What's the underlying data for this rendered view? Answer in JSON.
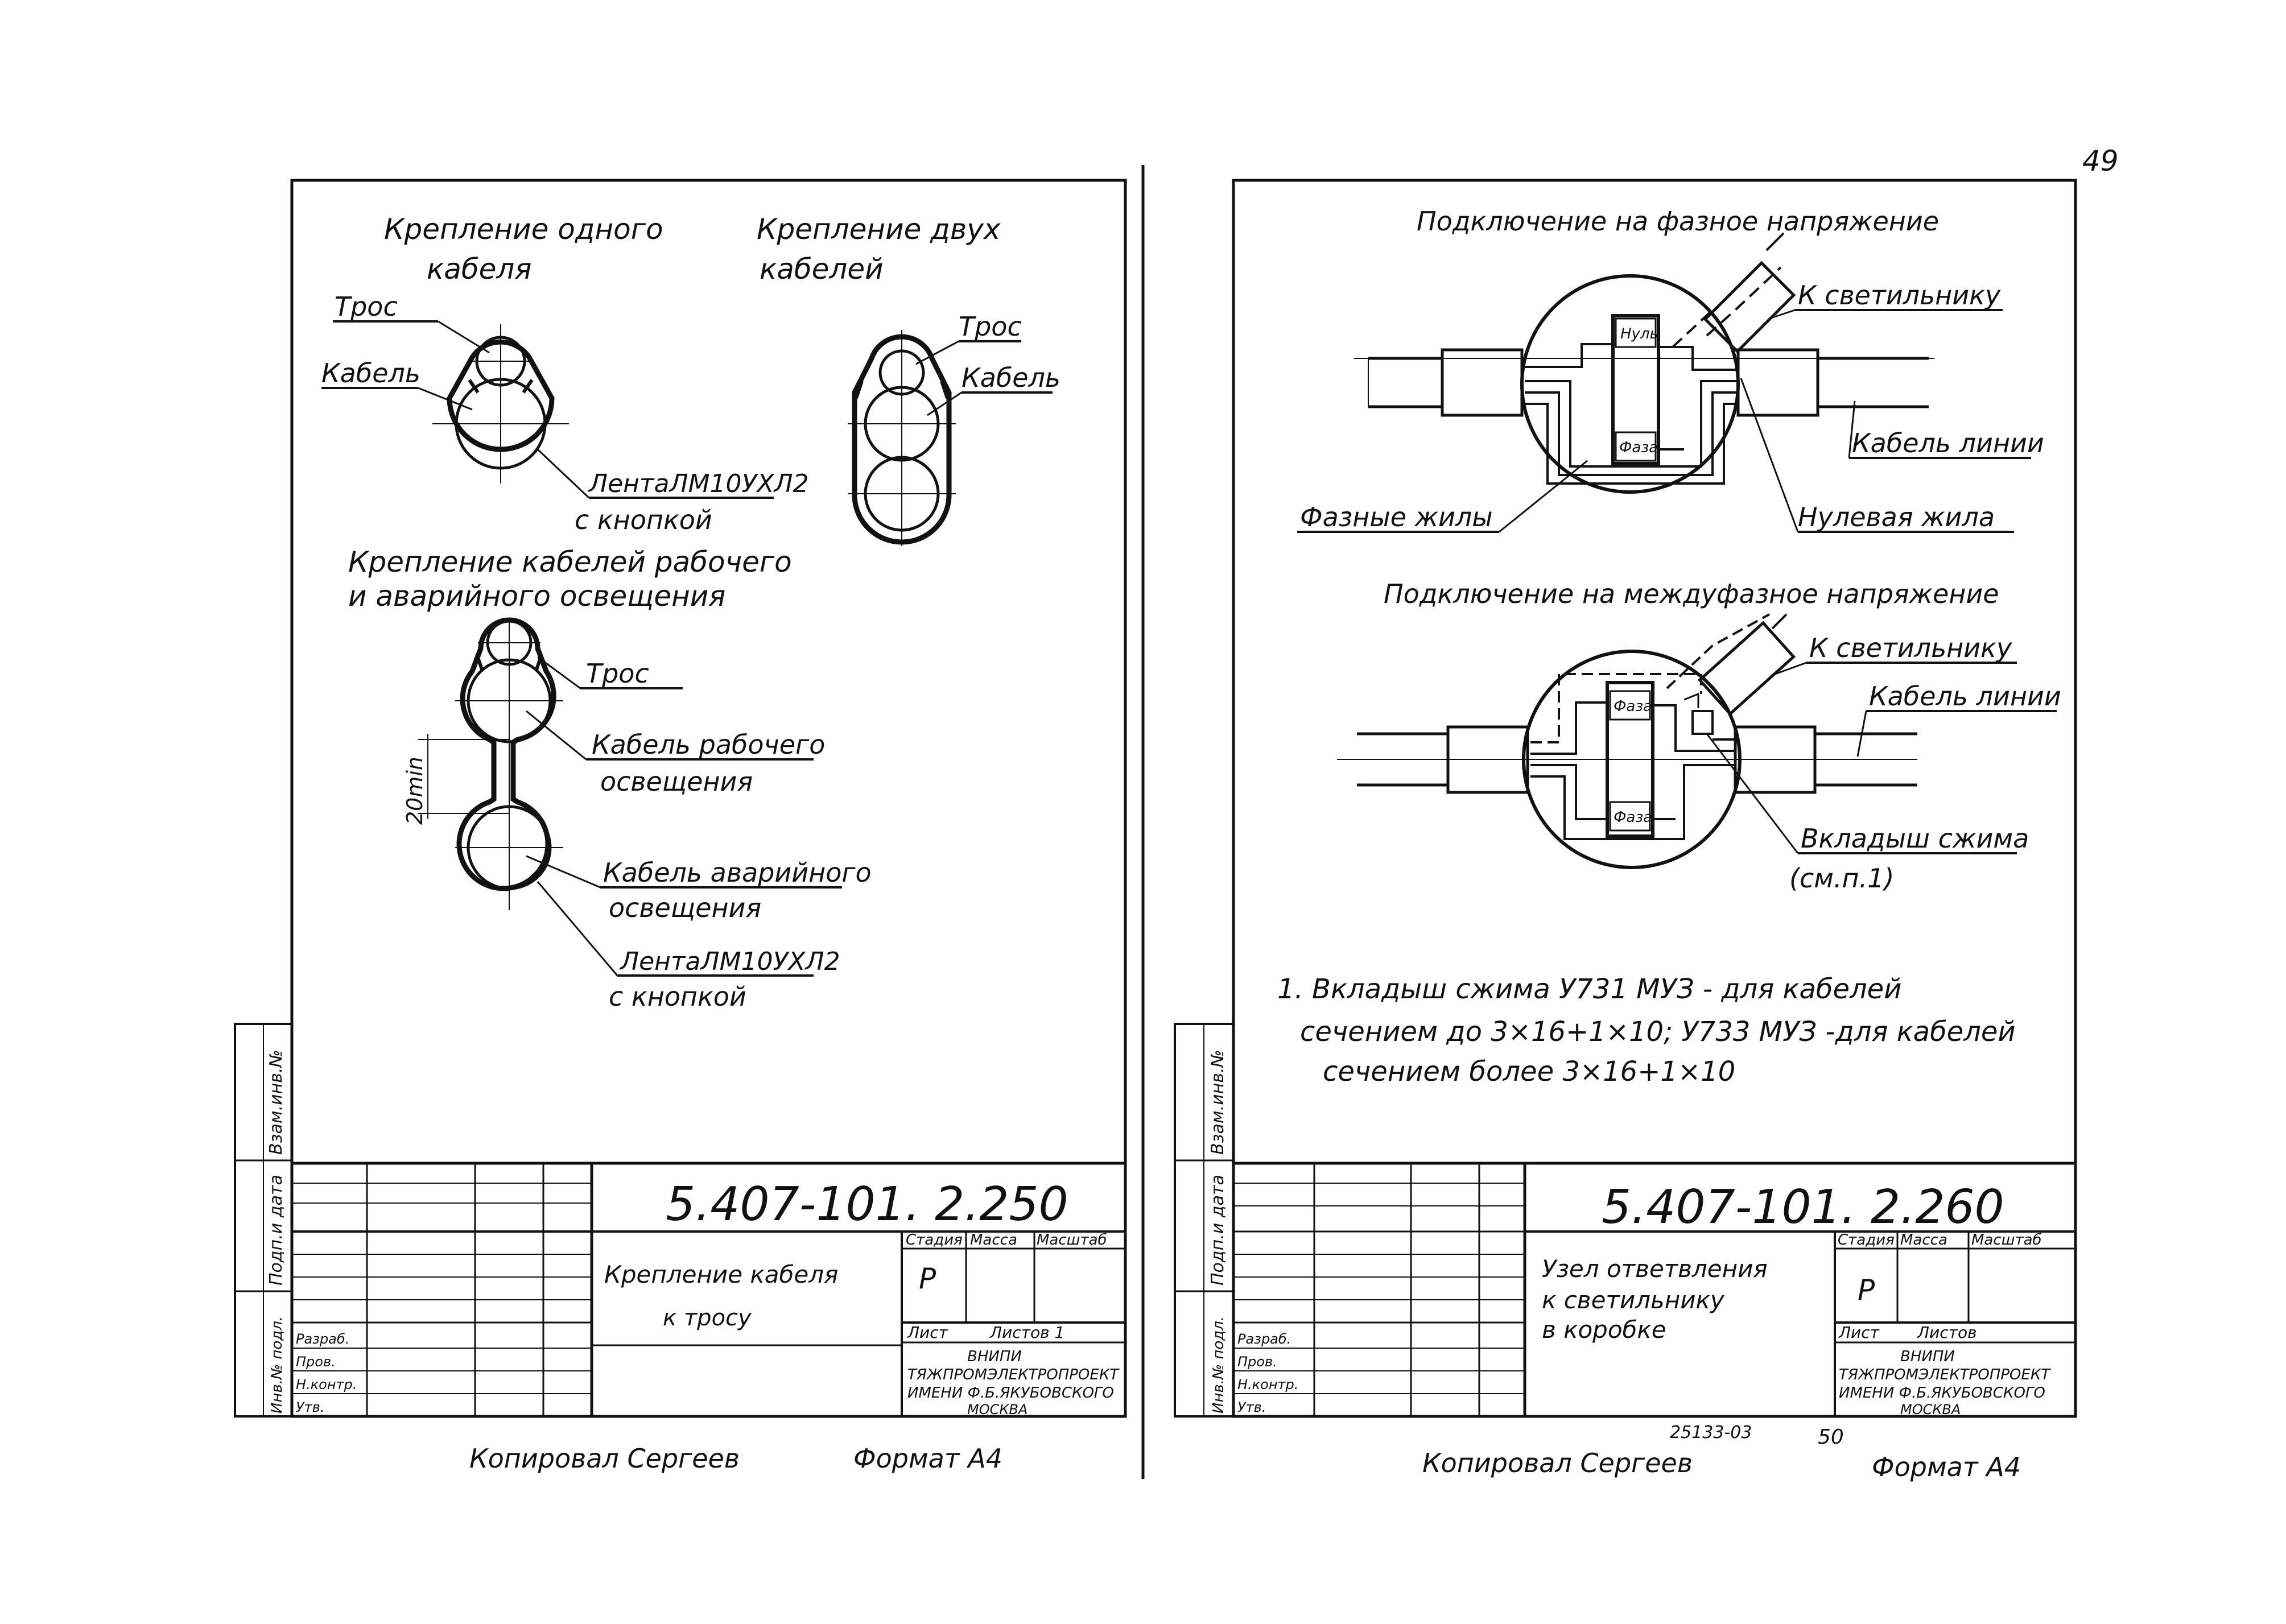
{
  "page_number": "49",
  "left_sheet": {
    "heading_one_cable": [
      "Крепление одного",
      "кабеля"
    ],
    "heading_two_cables": [
      "Крепление двух",
      "кабелей"
    ],
    "one_cable_labels": {
      "rope": "Трос",
      "cable": "Кабель",
      "tape": "ЛентаЛМ10УХЛ2",
      "tape_sub": "с кнопкой"
    },
    "two_cable_labels": {
      "rope": "Трос",
      "cable": "Кабель"
    },
    "heading_work_emergency": [
      "Крепление кабелей рабочего",
      "и аварийного освещения"
    ],
    "work_emergency_labels": {
      "rope": "Трос",
      "work_cable": [
        "Кабель рабочего",
        "освещения"
      ],
      "emergency_cable": [
        "Кабель аварийного",
        "освещения"
      ],
      "tape": "ЛентаЛМ10УХЛ2",
      "tape_sub": "с кнопкой",
      "dimension": "20min"
    },
    "side_stamp": [
      "Взам.инв.№",
      "Подп.и дата",
      "Инв.№ подл."
    ],
    "title_block": {
      "code": "5.407-101. 2.250",
      "name": [
        "Крепление кабеля",
        "к тросу"
      ],
      "col_headers": [
        "Стадия",
        "Масса",
        "Масштаб"
      ],
      "stage": "Р",
      "sheet_row": [
        "Лист",
        "Листов 1"
      ],
      "org": [
        "ВНИПИ",
        "ТЯЖПРОМЭЛЕКТРОПРОЕКТ",
        "ИМЕНИ Ф.Б.ЯКУБОВСКОГО",
        "МОСКВА"
      ],
      "signers": [
        "Разраб.",
        "Пров.",
        "Н.контр.",
        "Утв."
      ]
    },
    "footer": {
      "copied": "Копировал Сергеев",
      "format": "Формат А4"
    }
  },
  "right_sheet": {
    "phase_heading": "Подключение на фазное напряжение",
    "phase_labels": {
      "to_lamp": "К светильнику",
      "line_cable": "Кабель линии",
      "phase_wires": "Фазные жилы",
      "neutral_wire": "Нулевая жила",
      "box_top": "Нуль",
      "box_bottom": "Фаза"
    },
    "interphase_heading": "Подключение на междуфазное напряжение",
    "interphase_labels": {
      "to_lamp": "К светильнику",
      "line_cable": "Кабель линии",
      "insert": "Вкладыш сжима",
      "insert_ref": "(см.п.1)",
      "box_top": "Фаза",
      "box_bottom": "Фаза"
    },
    "note": [
      "1. Вкладыш сжима У731 МУЗ - для кабелей",
      "сечением до 3×16+1×10;  У733 МУЗ -для кабелей",
      "сечением более 3×16+1×10"
    ],
    "side_stamp": [
      "Взам.инв.№",
      "Подп.и дата",
      "Инв.№ подл."
    ],
    "title_block": {
      "code": "5.407-101. 2.260",
      "name": [
        "Узел ответвления",
        "к светильнику",
        "в коробке"
      ],
      "col_headers": [
        "Стадия",
        "Масса",
        "Масштаб"
      ],
      "stage": "Р",
      "sheet_row": [
        "Лист",
        "Листов"
      ],
      "org": [
        "ВНИПИ",
        "ТЯЖПРОМЭЛЕКТРОПРОЕКТ",
        "ИМЕНИ Ф.Б.ЯКУБОВСКОГО",
        "МОСКВА"
      ],
      "signers": [
        "Разраб.",
        "Пров.",
        "Н.контр.",
        "Утв."
      ]
    },
    "footer": {
      "copied": "Копировал Сергеев",
      "format": "Формат А4",
      "sheet_no": "50",
      "archive_no": "25133-03"
    }
  }
}
